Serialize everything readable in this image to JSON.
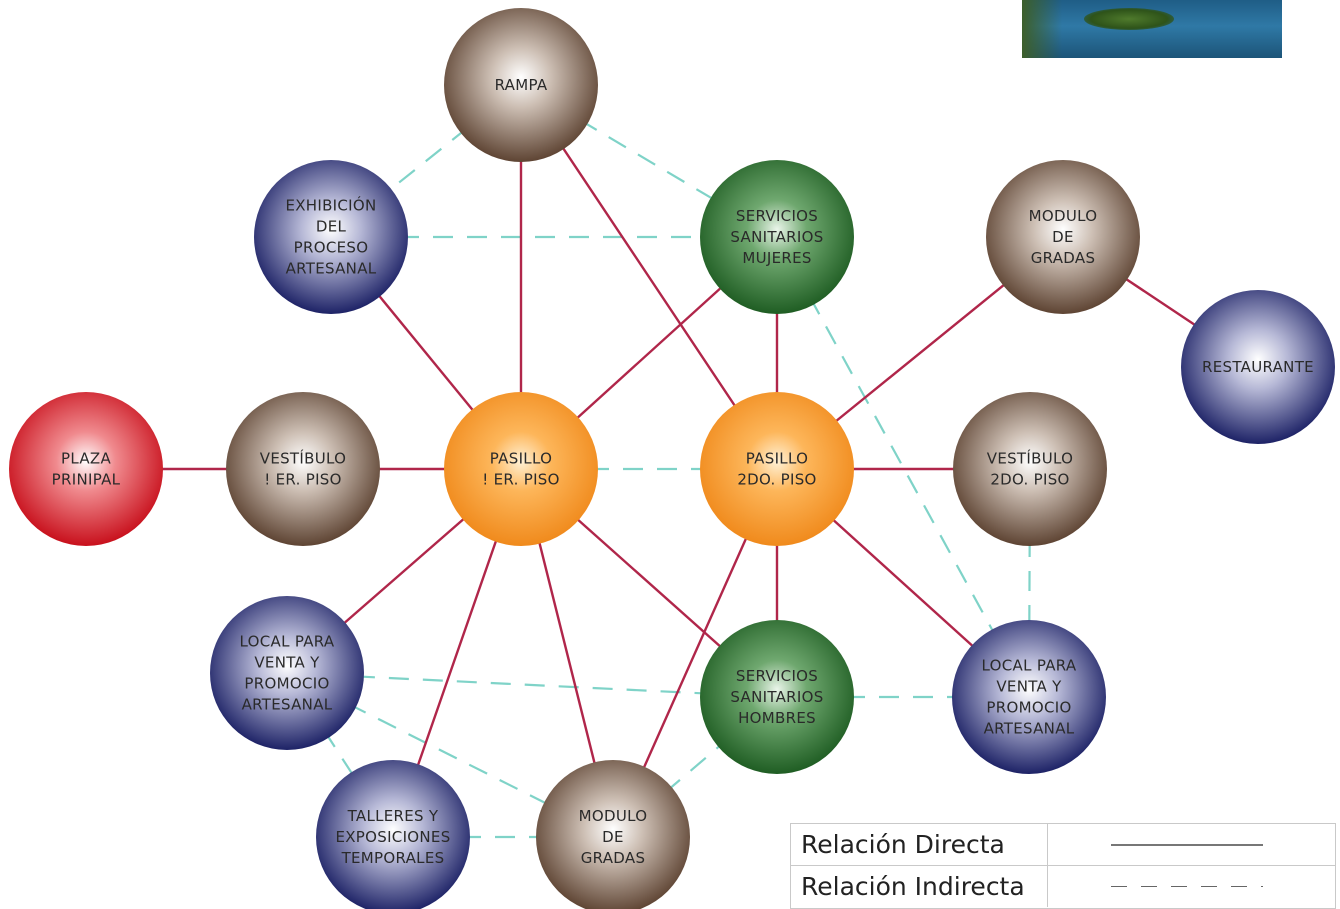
{
  "nodes": {
    "rampa": {
      "lines": [
        "RAMPA"
      ],
      "type": "brown"
    },
    "exhibicion": {
      "lines": [
        "EXHIBICIÓN",
        "DEL",
        "PROCESO",
        "ARTESANAL"
      ],
      "type": "blue"
    },
    "ss_mujeres": {
      "lines": [
        "SERVICIOS",
        "SANITARIOS",
        "MUJERES"
      ],
      "type": "green"
    },
    "modulo_gradas_top": {
      "lines": [
        "MODULO",
        "DE",
        "GRADAS"
      ],
      "type": "brown"
    },
    "restaurante": {
      "lines": [
        "RESTAURANTE"
      ],
      "type": "blue"
    },
    "plaza": {
      "lines": [
        "PLAZA",
        "PRINIPAL"
      ],
      "type": "red"
    },
    "vestibulo_1": {
      "lines": [
        "VESTÍBULO",
        "! ER. PISO"
      ],
      "type": "brown"
    },
    "pasillo_1": {
      "lines": [
        "PASILLO",
        "! ER. PISO"
      ],
      "type": "orange"
    },
    "pasillo_2": {
      "lines": [
        "PASILLO",
        "2DO. PISO"
      ],
      "type": "orange"
    },
    "vestibulo_2": {
      "lines": [
        "VESTÍBULO",
        "2DO. PISO"
      ],
      "type": "brown"
    },
    "local_left": {
      "lines": [
        "LOCAL PARA",
        "VENTA Y",
        "PROMOCIO",
        "ARTESANAL"
      ],
      "type": "blue"
    },
    "ss_hombres": {
      "lines": [
        "SERVICIOS",
        "SANITARIOS",
        "HOMBRES"
      ],
      "type": "green"
    },
    "local_right": {
      "lines": [
        "LOCAL PARA",
        "VENTA Y",
        "PROMOCIO",
        "ARTESANAL"
      ],
      "type": "blue"
    },
    "talleres": {
      "lines": [
        "TALLERES Y",
        "EXPOSICIONES",
        "TEMPORALES"
      ],
      "type": "blue"
    },
    "modulo_gradas_bottom": {
      "lines": [
        "MODULO",
        "DE",
        "GRADAS"
      ],
      "type": "brown"
    }
  },
  "edges_direct": [
    [
      "rampa",
      "pasillo_1"
    ],
    [
      "rampa",
      "pasillo_2"
    ],
    [
      "exhibicion",
      "pasillo_1"
    ],
    [
      "ss_mujeres",
      "pasillo_1"
    ],
    [
      "ss_mujeres",
      "pasillo_2"
    ],
    [
      "modulo_gradas_top",
      "pasillo_2"
    ],
    [
      "modulo_gradas_top",
      "restaurante"
    ],
    [
      "plaza",
      "vestibulo_1"
    ],
    [
      "vestibulo_1",
      "pasillo_1"
    ],
    [
      "pasillo_2",
      "vestibulo_2"
    ],
    [
      "pasillo_1",
      "local_left"
    ],
    [
      "pasillo_1",
      "talleres"
    ],
    [
      "pasillo_1",
      "modulo_gradas_bottom"
    ],
    [
      "pasillo_1",
      "ss_hombres"
    ],
    [
      "pasillo_2",
      "ss_hombres"
    ],
    [
      "pasillo_2",
      "local_right"
    ],
    [
      "pasillo_2",
      "modulo_gradas_bottom"
    ]
  ],
  "edges_indirect": [
    [
      "rampa",
      "exhibicion"
    ],
    [
      "rampa",
      "ss_mujeres"
    ],
    [
      "exhibicion",
      "ss_mujeres"
    ],
    [
      "ss_mujeres",
      "local_right"
    ],
    [
      "pasillo_1",
      "pasillo_2"
    ],
    [
      "vestibulo_2",
      "local_right"
    ],
    [
      "local_left",
      "ss_hombres"
    ],
    [
      "ss_hombres",
      "local_right"
    ],
    [
      "local_left",
      "talleres"
    ],
    [
      "local_left",
      "modulo_gradas_bottom"
    ],
    [
      "talleres",
      "modulo_gradas_bottom"
    ],
    [
      "modulo_gradas_bottom",
      "ss_hombres"
    ]
  ],
  "legend": {
    "direct_label": "Relación Directa",
    "indirect_label": "Relación Indirecta"
  },
  "colors": {
    "direct_line": "#b0264a",
    "indirect_line": "#7fd3c8",
    "orange": "#f08a1c",
    "brown": "#5e4433",
    "blue": "#1d2266",
    "green": "#1f5d23",
    "red": "#c8101c"
  },
  "photo": {
    "icon": "lake-photo"
  }
}
